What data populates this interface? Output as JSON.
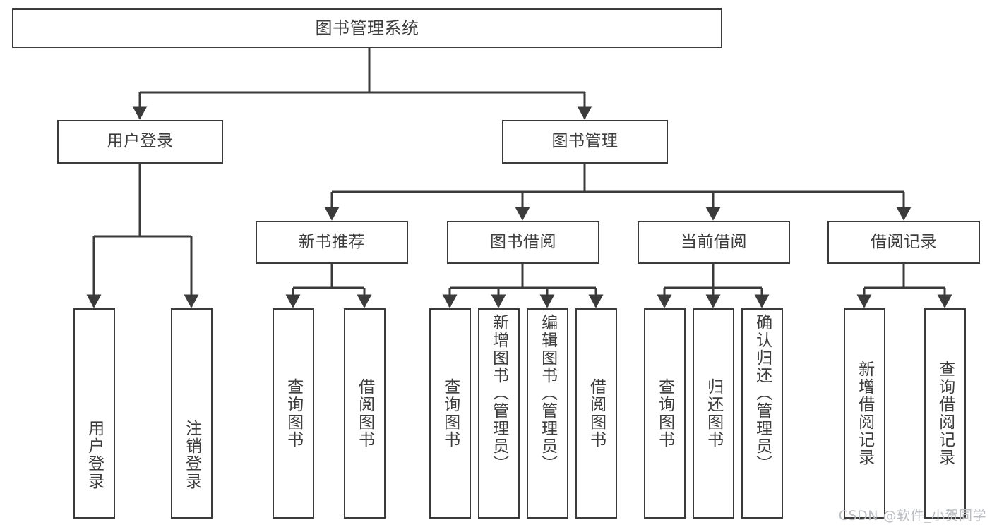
{
  "diagram": {
    "title": "图书管理系统",
    "type": "tree-hierarchy-diagram",
    "colors": {
      "stroke": "#3b3b3b",
      "text": "#3d3d3d",
      "background": "#ffffff",
      "watermark": "#b9bcc1"
    },
    "levels": {
      "root": {
        "label": "图书管理系统"
      },
      "level2": [
        {
          "label": "用户登录"
        },
        {
          "label": "图书管理"
        }
      ],
      "level3": [
        {
          "label": "新书推荐"
        },
        {
          "label": "图书借阅"
        },
        {
          "label": "当前借阅"
        },
        {
          "label": "借阅记录"
        }
      ],
      "leaves": {
        "user_login": [
          {
            "label": "用户登录"
          },
          {
            "label": "注销登录"
          }
        ],
        "new_book_recommend": [
          {
            "label": "查询图书"
          },
          {
            "label": "借阅图书"
          }
        ],
        "book_borrow": [
          {
            "label": "查询图书"
          },
          {
            "label": "新增图书（管理员）"
          },
          {
            "label": "编辑图书（管理员）"
          },
          {
            "label": "借阅图书"
          }
        ],
        "current_borrow": [
          {
            "label": "查询图书"
          },
          {
            "label": "归还图书"
          },
          {
            "label": "确认归还（管理员）"
          }
        ],
        "borrow_record": [
          {
            "label": "新增借阅记录"
          },
          {
            "label": "查询借阅记录"
          }
        ]
      }
    }
  },
  "watermark": {
    "text": "CSDN @软件_小贺同学"
  }
}
